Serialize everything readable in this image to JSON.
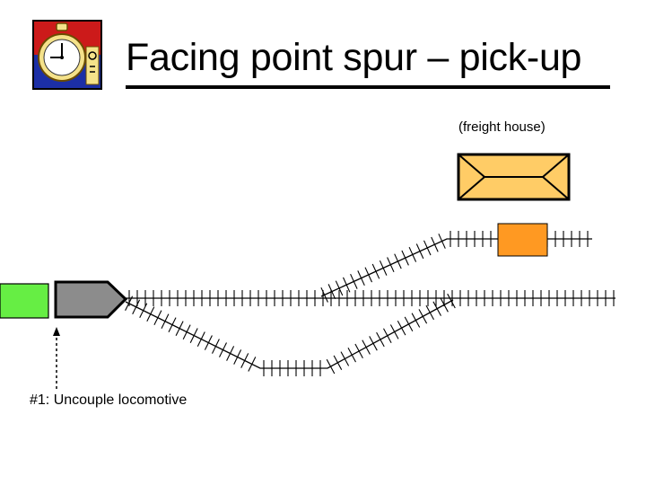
{
  "title": "Facing point spur – pick-up",
  "freight_house_label": "(freight house)",
  "step_label": "#1:  Uncouple locomotive",
  "colors": {
    "logo_red": "#cc1a1a",
    "logo_blue": "#1c2fa6",
    "clock_yellow": "#f5e28a",
    "freight_house_fill": "#ffcc66",
    "boxcar_fill": "#ff9922",
    "green_car_fill": "#66ee44",
    "locomotive_fill": "#8c8c8c"
  },
  "icons": {
    "logo": "stopwatch-icon"
  }
}
